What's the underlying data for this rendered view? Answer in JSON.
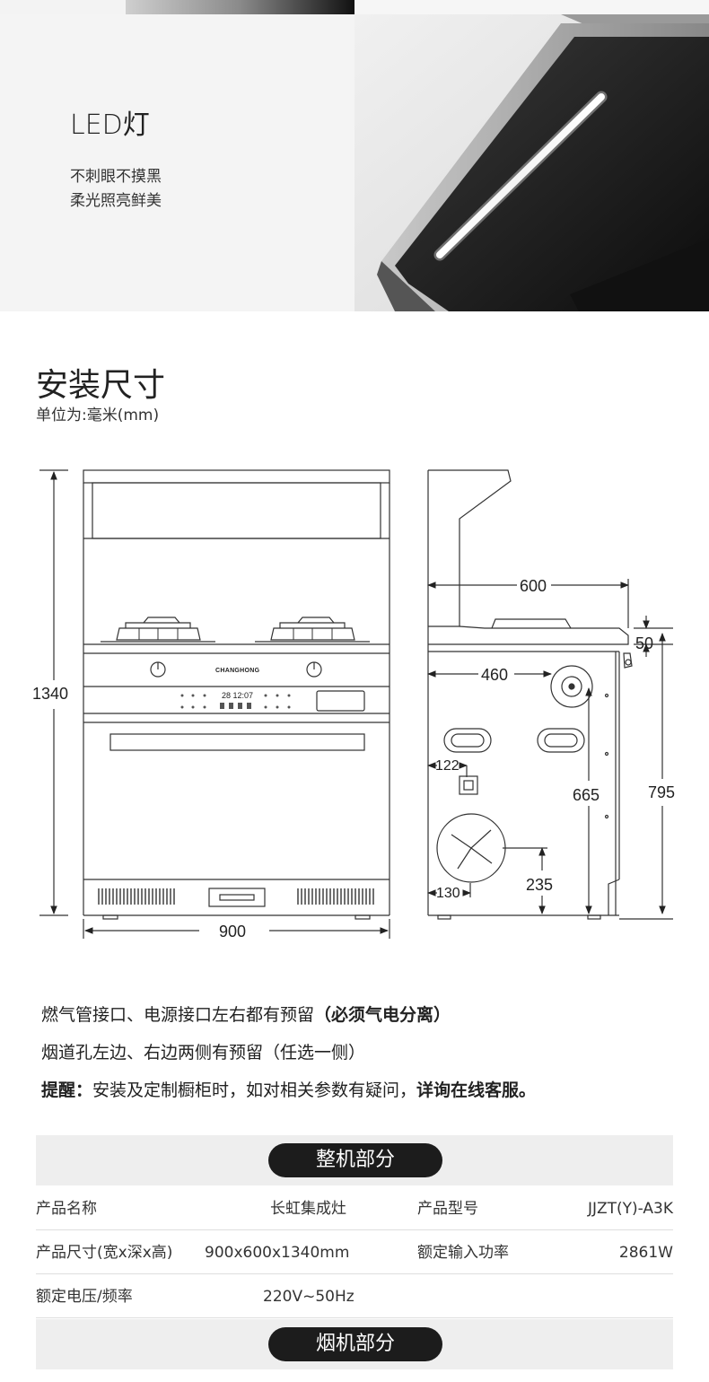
{
  "led": {
    "title": "LED灯",
    "line1": "不刺眼不摸黑",
    "line2": "柔光照亮鲜美"
  },
  "install": {
    "title": "安装尺寸",
    "unit": "单位为:毫米(mm)"
  },
  "dimensions": {
    "height": "1340",
    "width": "900",
    "depth": "600",
    "d50": "50",
    "d460": "460",
    "d122": "122",
    "d665": "665",
    "d795": "795",
    "d235": "235",
    "d130": "130",
    "brand": "CHANGHONG",
    "clock": "28 12:07"
  },
  "notes": {
    "l1_a": "燃气管接口、电源接口左右都有预留",
    "l1_b": "（必须气电分离）",
    "l2": "烟道孔左边、右边两侧有预留（任选一侧）",
    "l3_a": "提醒：",
    "l3_b": "安装及定制橱柜时，如对相关参数有疑问，",
    "l3_c": "详询在线客服。"
  },
  "spec": {
    "section1": "整机部分",
    "section2": "烟机部分",
    "rows": [
      {
        "k1": "产品名称",
        "v1": "长虹集成灶",
        "k2": "产品型号",
        "v2": "JJZT(Y)-A3K"
      },
      {
        "k1": "产品尺寸(宽x深x高)",
        "v1": "900x600x1340mm",
        "k2": "额定输入功率",
        "v2": "2861W"
      },
      {
        "k1": "额定电压/频率",
        "v1": "220V~50Hz",
        "k2": "",
        "v2": ""
      }
    ]
  }
}
